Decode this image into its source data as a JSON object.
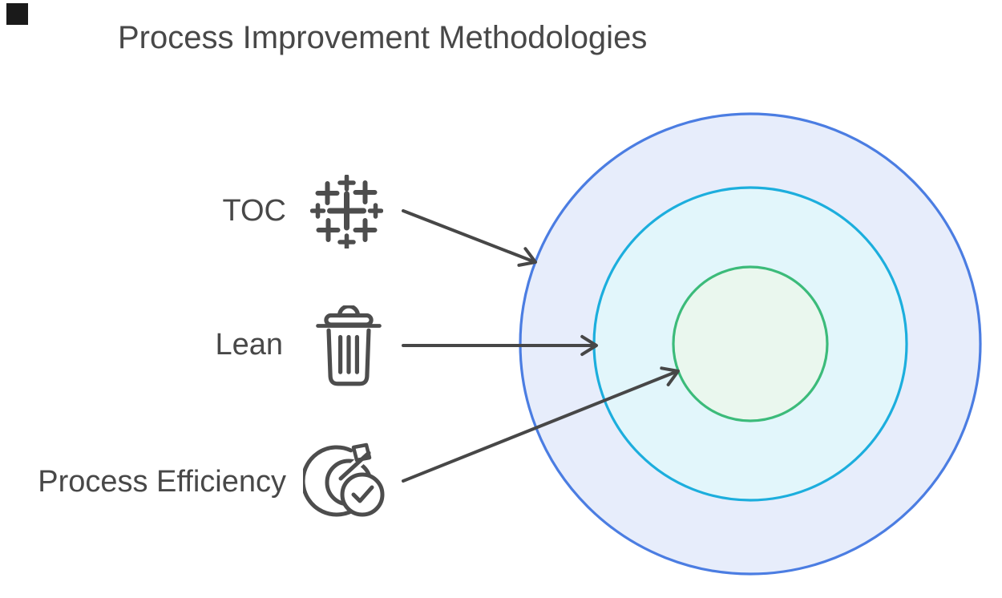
{
  "title": "Process Improvement Methodologies",
  "corner_mark": {
    "color": "#1a1a1a"
  },
  "items": [
    {
      "label": "TOC",
      "icon": "plus-cluster-icon"
    },
    {
      "label": "Lean",
      "icon": "trash-icon"
    },
    {
      "label": "Process Efficiency",
      "icon": "target-check-icon"
    }
  ],
  "rings": [
    {
      "name": "outer",
      "stroke": "#4b7de2",
      "fill": "#e7edfb"
    },
    {
      "name": "middle",
      "stroke": "#1caedd",
      "fill": "#e2f6fb"
    },
    {
      "name": "inner",
      "stroke": "#3cbb7a",
      "fill": "#eaf7ee"
    }
  ],
  "colors": {
    "text": "#484848",
    "icon": "#4d4d4d",
    "arrow": "#474747"
  }
}
